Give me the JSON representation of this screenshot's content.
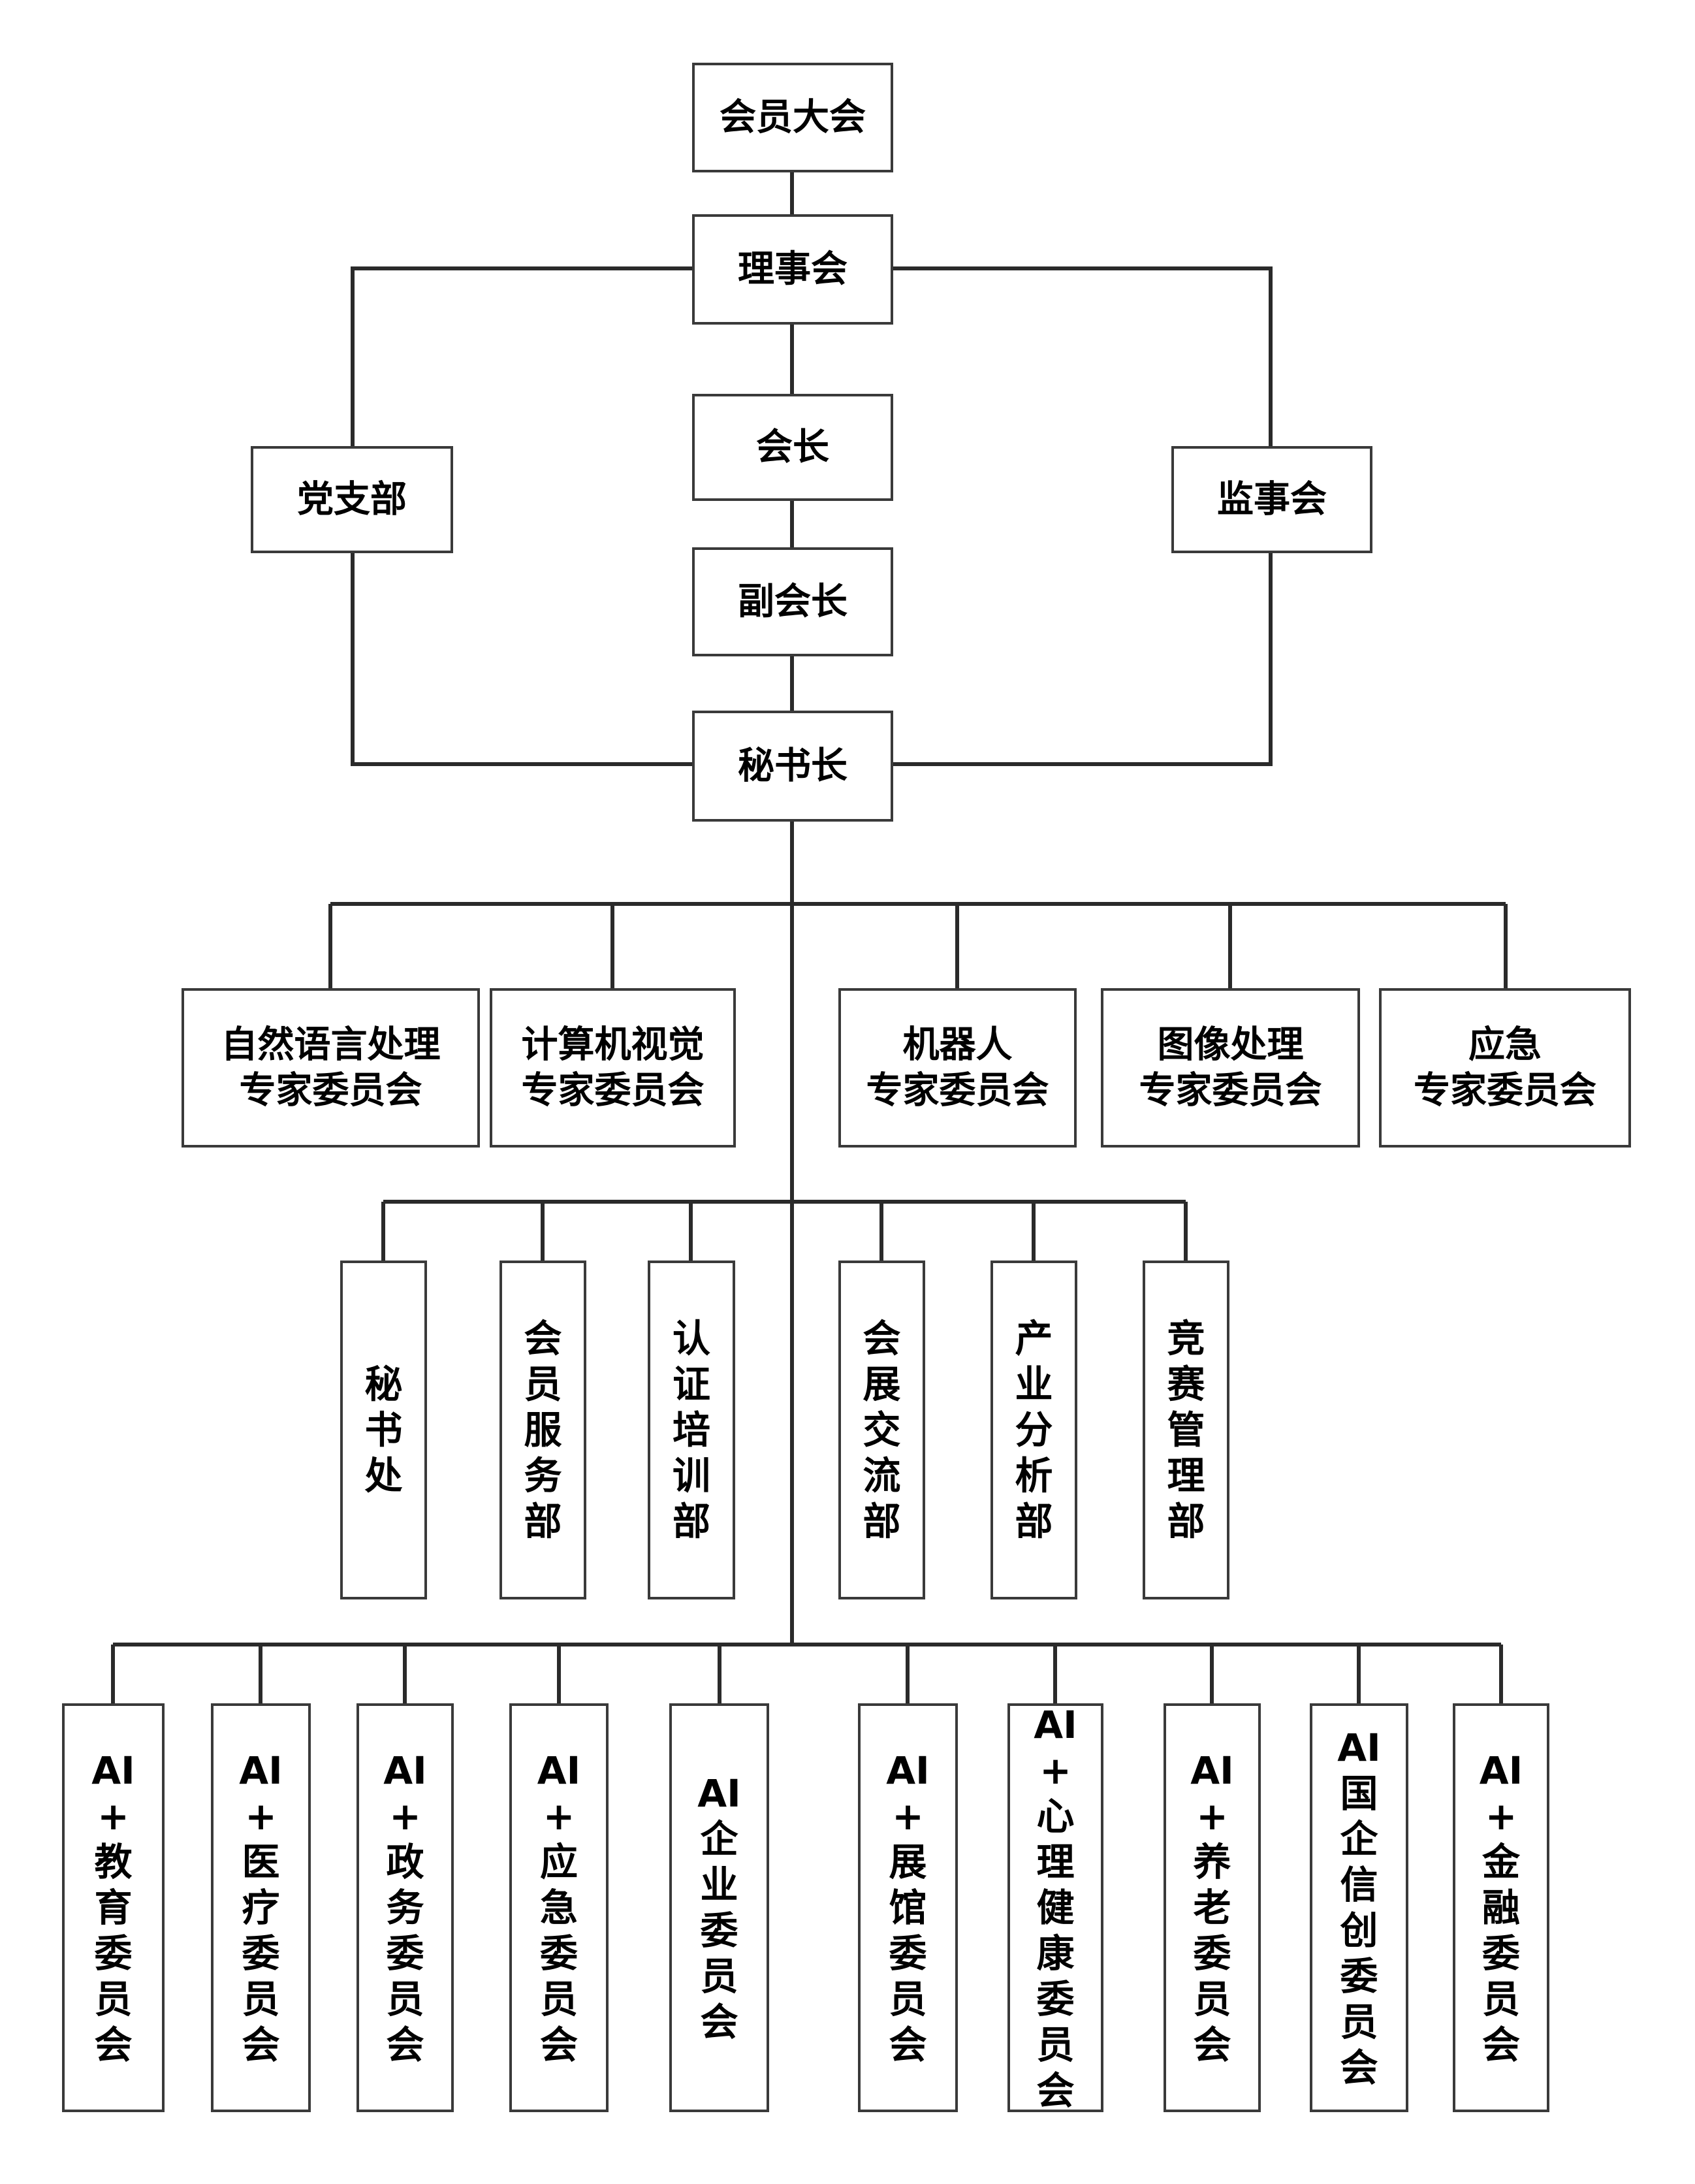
{
  "top": {
    "members_assembly": "会员大会",
    "council": "理事会",
    "president": "会长",
    "vice_president": "副会长",
    "secretary_general": "秘书长"
  },
  "sides": {
    "party_branch": "党支部",
    "supervisory_board": "监事会"
  },
  "expert_committees": [
    {
      "line1": "自然语言处理",
      "line2": "专家委员会"
    },
    {
      "line1": "计算机视觉",
      "line2": "专家委员会"
    },
    {
      "line1": "机器人",
      "line2": "专家委员会"
    },
    {
      "line1": "图像处理",
      "line2": "专家委员会"
    },
    {
      "line1": "应急",
      "line2": "专家委员会"
    }
  ],
  "departments": [
    "秘书处",
    "会员服务部",
    "认证培训部",
    "会展交流部",
    "产业分析部",
    "竞赛管理部"
  ],
  "ai_committees": [
    [
      "AI",
      "+",
      "教",
      "育",
      "委",
      "员",
      "会"
    ],
    [
      "AI",
      "+",
      "医",
      "疗",
      "委",
      "员",
      "会"
    ],
    [
      "AI",
      "+",
      "政",
      "务",
      "委",
      "员",
      "会"
    ],
    [
      "AI",
      "+",
      "应",
      "急",
      "委",
      "员",
      "会"
    ],
    [
      "AI",
      "企",
      "业",
      "委",
      "员",
      "会"
    ],
    [
      "AI",
      "+",
      "展",
      "馆",
      "委",
      "员",
      "会"
    ],
    [
      "AI",
      "+",
      "心",
      "理",
      "健",
      "康",
      "委",
      "员",
      "会"
    ],
    [
      "AI",
      "+",
      "养",
      "老",
      "委",
      "员",
      "会"
    ],
    [
      "AI",
      "国",
      "企",
      "信",
      "创",
      "委",
      "员",
      "会"
    ],
    [
      "AI",
      "+",
      "金",
      "融",
      "委",
      "员",
      "会"
    ]
  ]
}
